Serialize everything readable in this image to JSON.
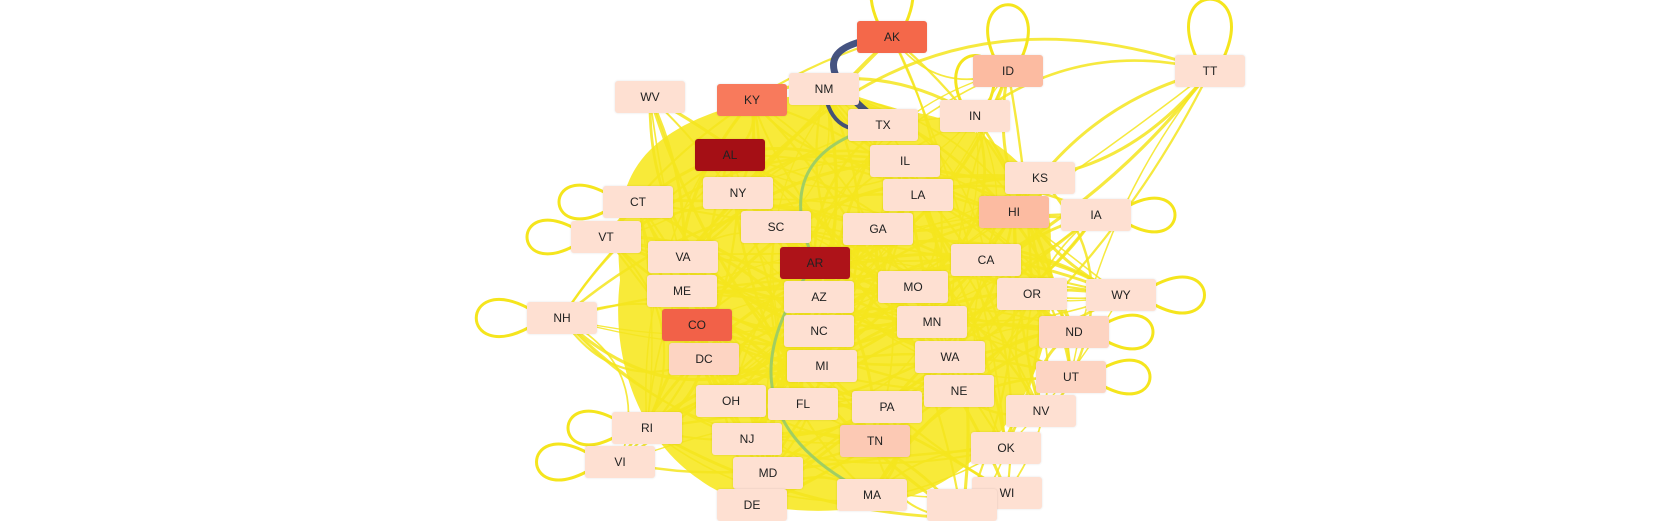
{
  "graph": {
    "type": "network",
    "nodes": [
      {
        "id": "AK",
        "label": "AK",
        "color": "#f4684a"
      },
      {
        "id": "ID",
        "label": "ID",
        "color": "#fcbba1"
      },
      {
        "id": "TT",
        "label": "TT",
        "color": "#fee0d2"
      },
      {
        "id": "NM",
        "label": "NM",
        "color": "#fee0d2"
      },
      {
        "id": "WV",
        "label": "WV",
        "color": "#fee0d2"
      },
      {
        "id": "KY",
        "label": "KY",
        "color": "#f87a5c"
      },
      {
        "id": "IN",
        "label": "IN",
        "color": "#fee0d2"
      },
      {
        "id": "TX",
        "label": "TX",
        "color": "#fee0d2"
      },
      {
        "id": "AL",
        "label": "AL",
        "color": "#a50f15"
      },
      {
        "id": "IL",
        "label": "IL",
        "color": "#fee0d2"
      },
      {
        "id": "KS",
        "label": "KS",
        "color": "#fee0d2"
      },
      {
        "id": "NY",
        "label": "NY",
        "color": "#fee0d2"
      },
      {
        "id": "CT",
        "label": "CT",
        "color": "#fee0d2"
      },
      {
        "id": "LA",
        "label": "LA",
        "color": "#fee0d2"
      },
      {
        "id": "HI",
        "label": "HI",
        "color": "#fcbba1"
      },
      {
        "id": "IA",
        "label": "IA",
        "color": "#fee0d2"
      },
      {
        "id": "VT",
        "label": "VT",
        "color": "#fee0d2"
      },
      {
        "id": "SC",
        "label": "SC",
        "color": "#fee0d2"
      },
      {
        "id": "GA",
        "label": "GA",
        "color": "#fee0d2"
      },
      {
        "id": "VA",
        "label": "VA",
        "color": "#fee0d2"
      },
      {
        "id": "AR",
        "label": "AR",
        "color": "#ae1319"
      },
      {
        "id": "CA",
        "label": "CA",
        "color": "#fee0d2"
      },
      {
        "id": "ME",
        "label": "ME",
        "color": "#fee0d2"
      },
      {
        "id": "MO",
        "label": "MO",
        "color": "#fee0d2"
      },
      {
        "id": "AZ",
        "label": "AZ",
        "color": "#fee0d2"
      },
      {
        "id": "OR",
        "label": "OR",
        "color": "#fee0d2"
      },
      {
        "id": "WY",
        "label": "WY",
        "color": "#fee0d2"
      },
      {
        "id": "NH",
        "label": "NH",
        "color": "#fee0d2"
      },
      {
        "id": "CO",
        "label": "CO",
        "color": "#f26148"
      },
      {
        "id": "MN",
        "label": "MN",
        "color": "#fee0d2"
      },
      {
        "id": "NC",
        "label": "NC",
        "color": "#fee0d2"
      },
      {
        "id": "ND",
        "label": "ND",
        "color": "#fdd4c2"
      },
      {
        "id": "DC",
        "label": "DC",
        "color": "#fdd4c2"
      },
      {
        "id": "WA",
        "label": "WA",
        "color": "#fee0d2"
      },
      {
        "id": "MI",
        "label": "MI",
        "color": "#fee0d2"
      },
      {
        "id": "UT",
        "label": "UT",
        "color": "#fdd4c2"
      },
      {
        "id": "NE",
        "label": "NE",
        "color": "#fee0d2"
      },
      {
        "id": "OH",
        "label": "OH",
        "color": "#fee0d2"
      },
      {
        "id": "FL",
        "label": "FL",
        "color": "#fee0d2"
      },
      {
        "id": "PA",
        "label": "PA",
        "color": "#fee0d2"
      },
      {
        "id": "NV",
        "label": "NV",
        "color": "#fee0d2"
      },
      {
        "id": "RI",
        "label": "RI",
        "color": "#fee0d2"
      },
      {
        "id": "NJ",
        "label": "NJ",
        "color": "#fee0d2"
      },
      {
        "id": "TN",
        "label": "TN",
        "color": "#fcc9b4"
      },
      {
        "id": "OK",
        "label": "OK",
        "color": "#fee0d2"
      },
      {
        "id": "VI",
        "label": "VI",
        "color": "#fee0d2"
      },
      {
        "id": "MD",
        "label": "MD",
        "color": "#fee0d2"
      },
      {
        "id": "MA",
        "label": "MA",
        "color": "#fee0d2"
      },
      {
        "id": "WI",
        "label": "WI",
        "color": "#fee0d2"
      },
      {
        "id": "DE",
        "label": "DE",
        "color": "#fee0d2"
      },
      {
        "id": "MS",
        "label": "",
        "color": "#fee0d2"
      }
    ],
    "highlight_edges": [
      {
        "source": "AK",
        "target": "TX",
        "color": "#3b4a7a",
        "weight": "heavy"
      },
      {
        "source": "NM",
        "target": "TX",
        "color": "#3b4a7a",
        "weight": "medium"
      },
      {
        "source": "TX",
        "target": "AR",
        "color": "#9ccc65",
        "weight": "light"
      },
      {
        "source": "AR",
        "target": "MA",
        "color": "#9ccc65",
        "weight": "light"
      }
    ],
    "colors": {
      "edge_default": "#f5e51d",
      "edge_fill": "#f7e824",
      "edge_strong": "#3b4a7a",
      "edge_secondary": "#9ccc65",
      "background": "#ffffff"
    }
  }
}
